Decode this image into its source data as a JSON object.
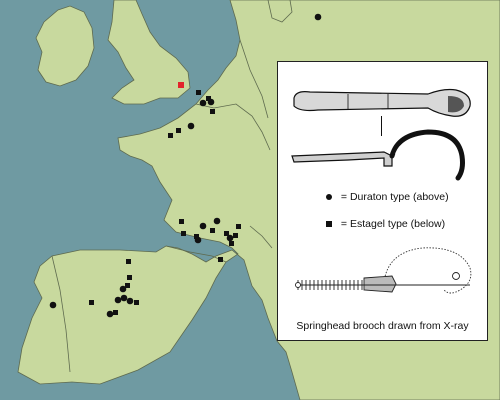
{
  "map": {
    "colors": {
      "sea": "#6f9aa2",
      "land": "#c8d99e",
      "border": "#5e6a4e",
      "marker": "#111111",
      "highlight": "#e2242b"
    },
    "markers": {
      "duraton_type": "circle",
      "estagel_type": "square",
      "springhead": "red-square"
    }
  },
  "legend": {
    "duraton_label": "= Duraton type (above)",
    "estagel_label": "= Estagel type (below)",
    "caption": "Springhead brooch drawn from X-ray"
  }
}
